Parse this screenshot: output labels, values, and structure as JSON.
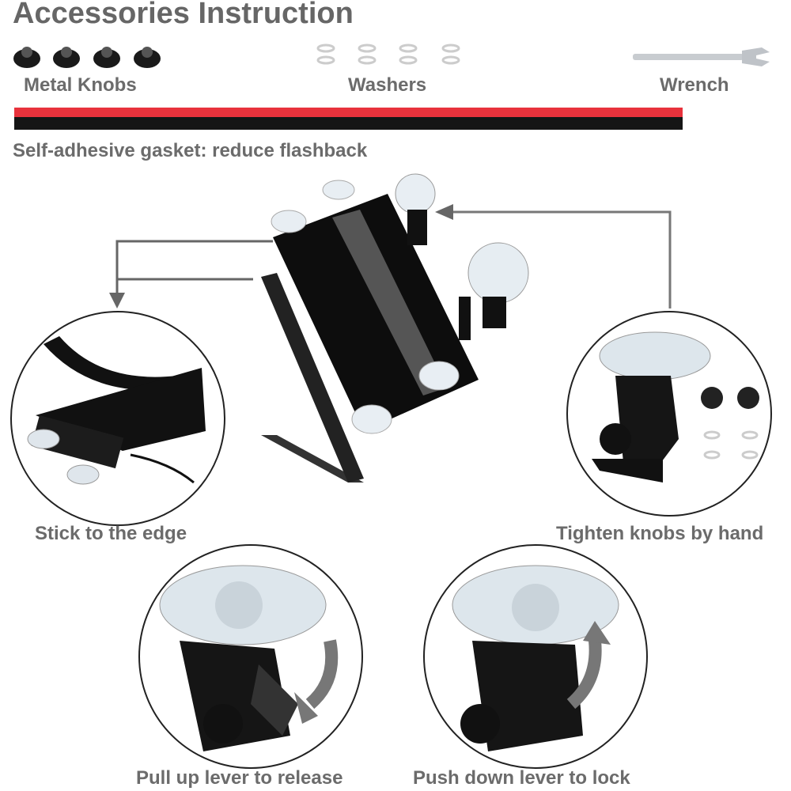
{
  "title": "Accessories Instruction",
  "accessories": [
    {
      "label": "Metal Knobs",
      "icon": "knob-icon"
    },
    {
      "label": "Washers",
      "icon": "washer-icon"
    },
    {
      "label": "Wrench",
      "icon": "wrench-icon"
    }
  ],
  "gasket_label": "Self-adhesive gasket: reduce flashback",
  "steps": {
    "stick": "Stick to the edge",
    "tighten": "Tighten knobs by hand",
    "release": "Pull up lever to release",
    "lock": "Push down lever to lock"
  },
  "colors": {
    "text": "#6b6b6b",
    "gasket_red": "#e8323c",
    "device": "#111111",
    "arrow": "#666666"
  }
}
